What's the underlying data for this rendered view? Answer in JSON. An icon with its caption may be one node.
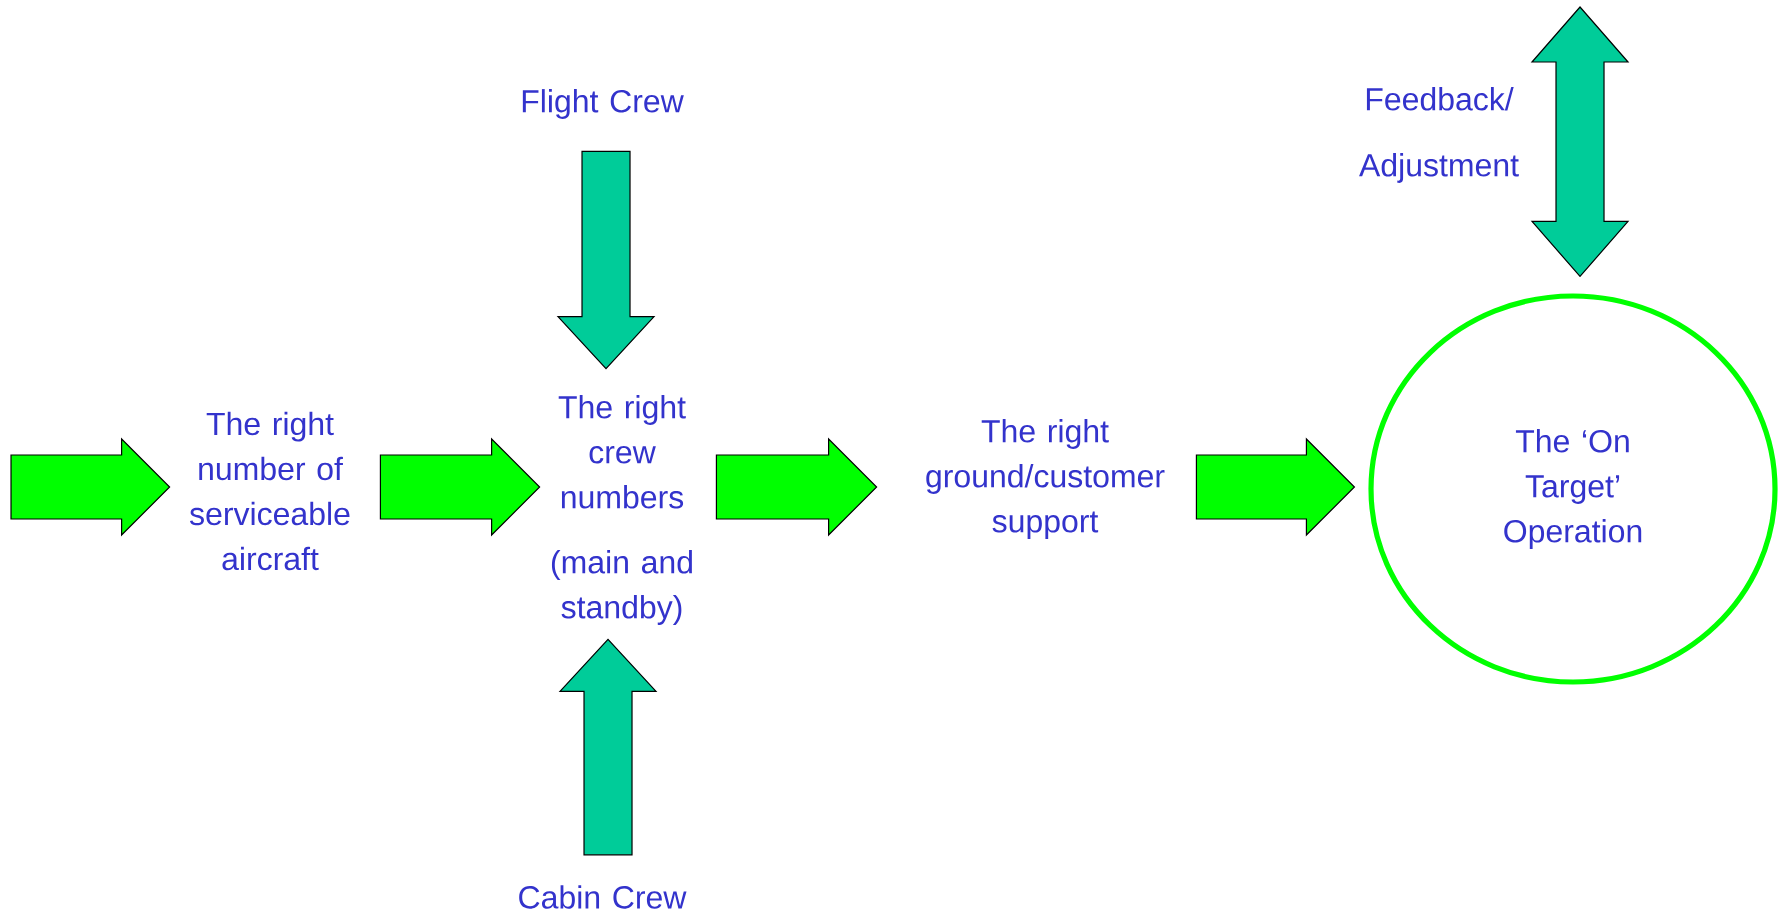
{
  "diagram": {
    "nodes": [
      {
        "text": [
          "The right number of serviceable aircraft"
        ]
      },
      {
        "text": [
          "The right crew numbers",
          "(main and standby)"
        ]
      },
      {
        "text": [
          "Flight Crew"
        ]
      },
      {
        "text": [
          "Cabin Crew"
        ]
      },
      {
        "text": [
          "The right ground/customer support"
        ]
      },
      {
        "text": [
          "The ‘On Target’ Operation"
        ]
      }
    ],
    "edges": [
      {
        "from": null,
        "to": 0,
        "arrow": "to"
      },
      {
        "from": 0,
        "to": 1,
        "arrow": "to"
      },
      {
        "from": 2,
        "to": 1,
        "arrow": "to",
        "color": "#00cc99"
      },
      {
        "from": 3,
        "to": 1,
        "arrow": "to",
        "color": "#00cc99"
      },
      {
        "from": 1,
        "to": 4,
        "arrow": "to"
      },
      {
        "from": 4,
        "to": 5,
        "arrow": "to"
      },
      {
        "from": null,
        "to": 5,
        "arrow": "both",
        "label": "Feedback/ Adjustment",
        "color": "#00cc99"
      }
    ]
  }
}
